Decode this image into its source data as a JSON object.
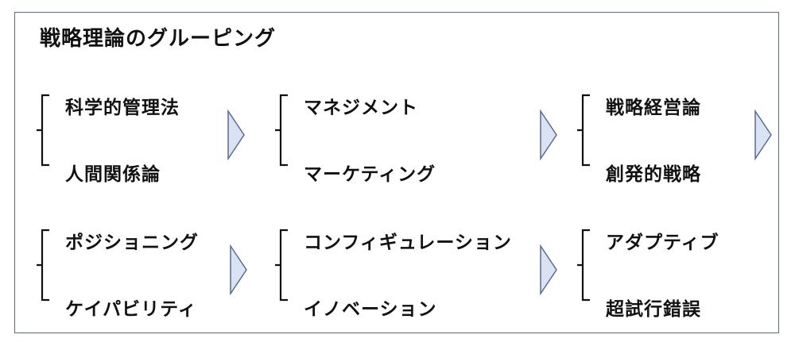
{
  "title": "戦略理論のグルーピング",
  "colors": {
    "arrow_fill": "#dae3f3",
    "arrow_stroke": "#5a6c8c",
    "border": "#5b6b80"
  },
  "rows": [
    {
      "groups": [
        {
          "top": "科学的管理法",
          "bottom": "人間関係論"
        },
        {
          "top": "マネジメント",
          "bottom": "マーケティング"
        },
        {
          "top": "戦略経営論",
          "bottom": "創発的戦略"
        }
      ]
    },
    {
      "groups": [
        {
          "top": "ポジショニング",
          "bottom": "ケイパビリティ"
        },
        {
          "top": "コンフィギュレーション",
          "bottom": "イノベーション"
        },
        {
          "top": "アダプティブ",
          "bottom": "超試行錯誤"
        }
      ]
    }
  ]
}
